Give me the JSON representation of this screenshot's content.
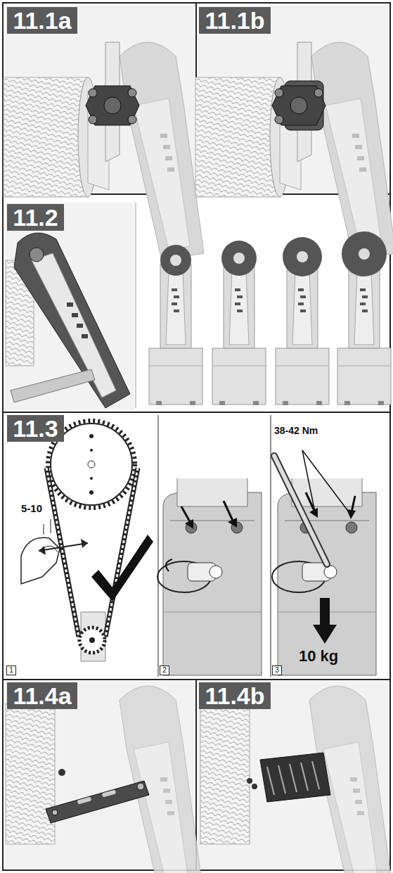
{
  "diagram": {
    "nodes": [
      {
        "text": [
          "11.1a"
        ]
      },
      {
        "text": [
          "11.1b"
        ]
      },
      {
        "text": [
          "11.2"
        ]
      },
      {
        "text": [
          "11.3"
        ]
      },
      {
        "text": [
          "1"
        ]
      },
      {
        "text": [
          "2"
        ]
      },
      {
        "text": [
          "3"
        ]
      },
      {
        "text": [
          "11.4a"
        ]
      },
      {
        "text": [
          "11.4b"
        ]
      }
    ],
    "labels": [
      "5-10",
      "38-42 Nm",
      "10 kg"
    ]
  }
}
